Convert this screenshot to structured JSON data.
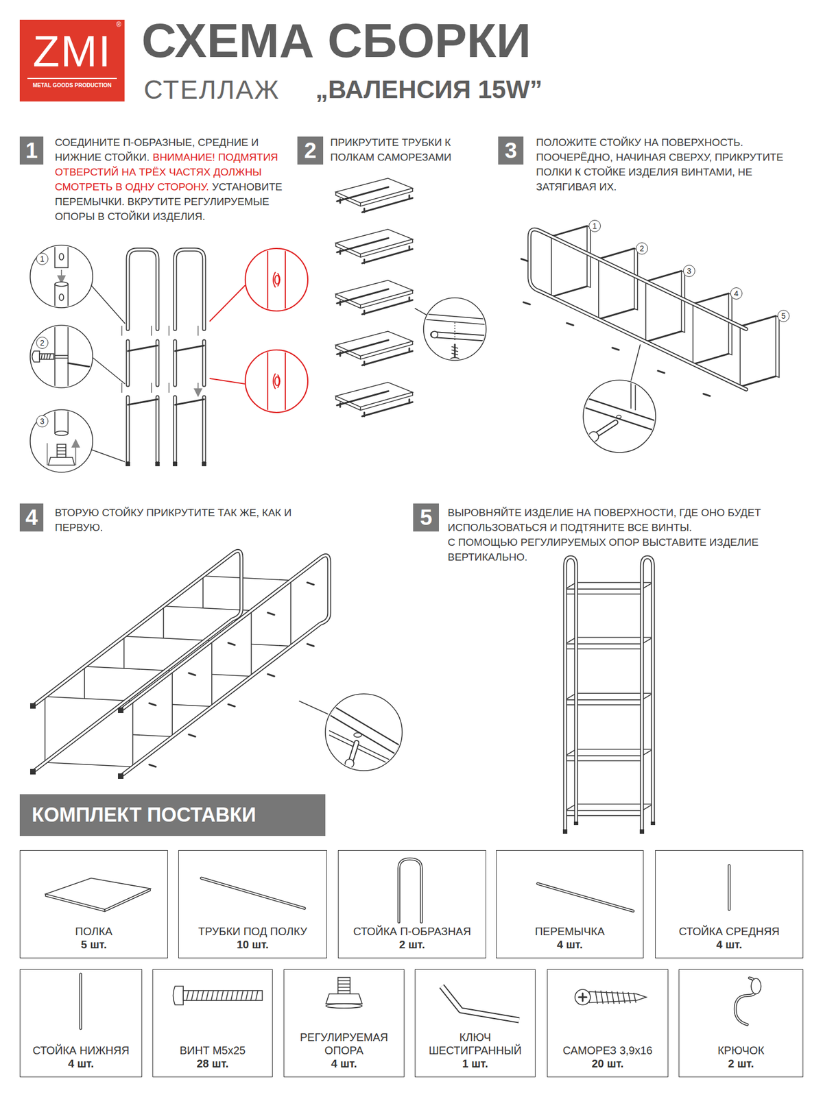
{
  "diagram": {
    "title": "СХЕМА СБОРКИ",
    "nodes": [
      {
        "text": [
          "ZMI",
          "METAL GOODS PRODUCTION"
        ]
      },
      {
        "text": [
          "1"
        ]
      },
      {
        "text": [
          "1"
        ]
      },
      {
        "text": [
          "2"
        ]
      },
      {
        "text": [
          "3"
        ]
      },
      {
        "text": [
          "2"
        ]
      },
      {
        "text": [
          "3"
        ]
      },
      {
        "text": [
          "1"
        ]
      },
      {
        "text": [
          "2"
        ]
      },
      {
        "text": [
          "3"
        ]
      },
      {
        "text": [
          "4"
        ]
      },
      {
        "text": [
          "5"
        ]
      },
      {
        "text": [
          "4"
        ]
      },
      {
        "text": [
          "5"
        ]
      },
      {
        "text": [
          "КОМПЛЕКТ ПОСТАВКИ"
        ]
      },
      {
        "text": [
          "ПОЛКА",
          "5 шт."
        ]
      },
      {
        "text": [
          "ТРУБКИ ПОД ПОЛКУ",
          "10 шт."
        ]
      },
      {
        "text": [
          "СТОЙКА П-ОБРАЗНАЯ",
          "2 шт."
        ]
      },
      {
        "text": [
          "ПЕРЕМЫЧКА",
          "4 шт."
        ]
      },
      {
        "text": [
          "СТОЙКА СРЕДНЯЯ",
          "4 шт."
        ]
      },
      {
        "text": [
          "СТОЙКА НИЖНЯЯ",
          "4 шт."
        ]
      },
      {
        "text": [
          "ВИНТ М5х25",
          "28 шт."
        ]
      },
      {
        "text": [
          "РЕГУЛИРУЕМАЯ ОПОРА",
          "4 шт."
        ]
      },
      {
        "text": [
          "КЛЮЧ ШЕСТИГРАННЫЙ",
          "1 шт."
        ]
      },
      {
        "text": [
          "САМОРЕЗ 3,9х16",
          "20 шт."
        ]
      },
      {
        "text": [
          "КРЮЧОК",
          "2 шт."
        ]
      }
    ],
    "labels": [
      "®",
      "СТЕЛЛАЖ",
      "„ВАЛЕНСИЯ 15W”",
      "СОЕДИНИТЕ П-ОБРАЗНЫЕ, СРЕДНИЕ И НИЖНИЕ СТОЙКИ.",
      "ВНИМАНИЕ! ПОДМЯТИЯ ОТВЕРСТИЙ НА ТРЁХ ЧАСТЯХ ДОЛЖНЫ СМОТРЕТЬ В ОДНУ СТОРОНУ.",
      "УСТАНОВИТЕ ПЕРЕМЫЧКИ. ВКРУТИТЕ РЕГУЛИРУЕМЫЕ ОПОРЫ В СТОЙКИ ИЗДЕЛИЯ.",
      "ПРИКРУТИТЕ ТРУБКИ К ПОЛКАМ САМОРЕЗАМИ",
      "ПОЛОЖИТЕ СТОЙКУ НА ПОВЕРХНОСТЬ. ПООЧЕРЁДНО, НАЧИНАЯ СВЕРХУ, ПРИКРУТИТЕ ПОЛКИ К СТОЙКЕ ИЗДЕЛИЯ ВИНТАМИ, НЕ ЗАТЯГИВАЯ ИХ.",
      "ВТОРУЮ СТОЙКУ ПРИКРУТИТЕ ТАК ЖЕ, КАК И ПЕРВУЮ.",
      "ВЫРОВНЯЙТЕ ИЗДЕЛИЕ НА ПОВЕРХНОСТИ, ГДЕ ОНО БУДЕТ ИСПОЛЬЗОВАТЬСЯ И ПОДТЯНИТЕ ВСЕ ВИНТЫ.",
      "С ПОМОЩЬЮ РЕГУЛИРУЕМЫХ ОПОР ВЫСТАВИТЕ ИЗДЕЛИЕ ВЕРТИКАЛЬНО."
    ]
  }
}
